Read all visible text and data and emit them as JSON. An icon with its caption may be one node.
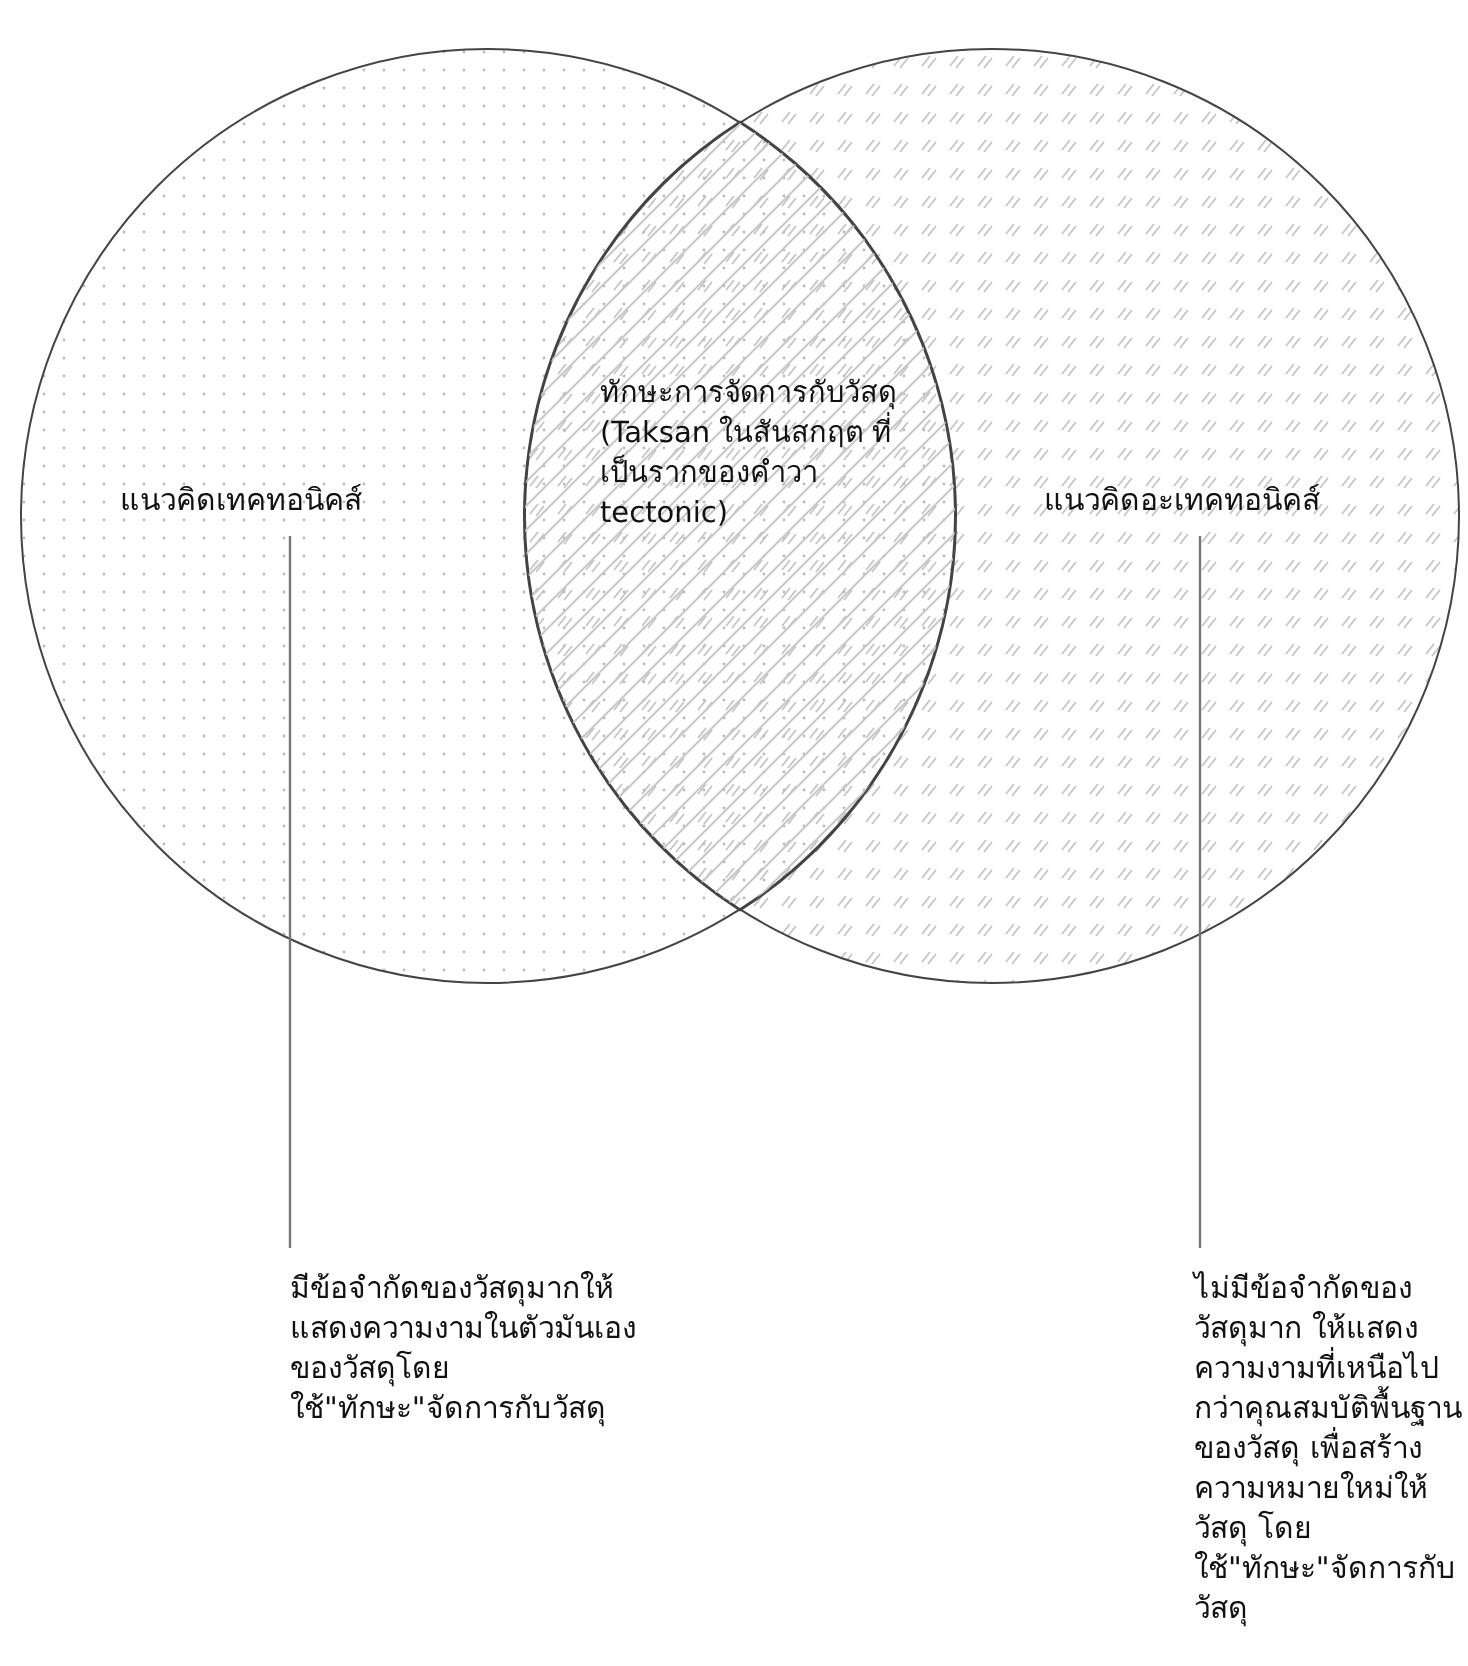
{
  "diagram": {
    "nodes": [
      {
        "text": [
          "แนวคิดเทคทอนิคส์"
        ]
      },
      {
        "text": [
          "แนวคิดอะเทคทอนิคส์"
        ]
      },
      {
        "text": [
          "ทักษะการจัดการกับวัสดุ (Taksan ในสันสกฤต ที่เป็นรากของคำวา tectonic)"
        ]
      },
      {
        "text": [
          "มีข้อจำกัดของวัสดุมากให้แสดงความงามในตัวมันเองของวัสดุโดยใช้\"ทักษะ\"จัดการกับวัสดุ"
        ]
      },
      {
        "text": [
          "ไม่มีข้อจำกัดของวัสดุมาก ให้แสดงความงามที่เหนือไปกว่าคุณสมบัติพื้นฐานของวัสดุ เพื่อสร้างความหมายใหม่ให้วัสดุ โดยใช้\"ทักษะ\"จัดการกับวัสดุ"
        ]
      }
    ],
    "edges": [
      {
        "from": 0,
        "to": 3,
        "arrow": "none"
      },
      {
        "from": 1,
        "to": 4,
        "arrow": "none"
      }
    ]
  }
}
